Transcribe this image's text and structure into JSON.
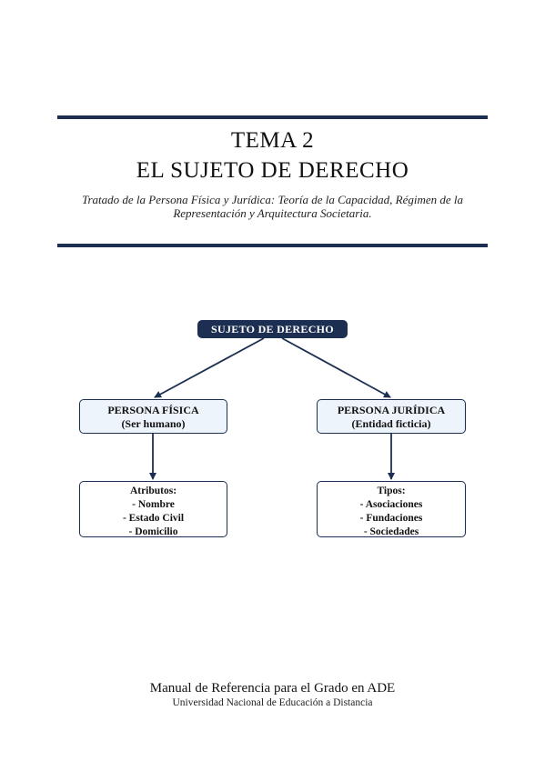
{
  "header": {
    "title_line_1": "TEMA 2",
    "title_line_2": "EL SUJETO DE DERECHO",
    "subtitle": "Tratado de la Persona Física y Jurídica: Teoría de la Capacidad, Régimen de la Representación y Arquitectura Societaria."
  },
  "diagram": {
    "root": "SUJETO DE DERECHO",
    "left": {
      "title": "PERSONA FÍSICA",
      "subtitle": "(Ser humano)",
      "detail_heading": "Atributos:",
      "detail_items": [
        "- Nombre",
        "- Estado Civil",
        "- Domicilio"
      ]
    },
    "right": {
      "title": "PERSONA JURÍDICA",
      "subtitle": "(Entidad ficticia)",
      "detail_heading": "Tipos:",
      "detail_items": [
        "- Asociaciones",
        "- Fundaciones",
        "- Sociedades"
      ]
    },
    "colors": {
      "primary": "#1c2f52",
      "node_fill": "#eef4fb"
    }
  },
  "footer": {
    "main": "Manual de Referencia para el Grado en ADE",
    "sub": "Universidad Nacional de Educación a Distancia"
  }
}
